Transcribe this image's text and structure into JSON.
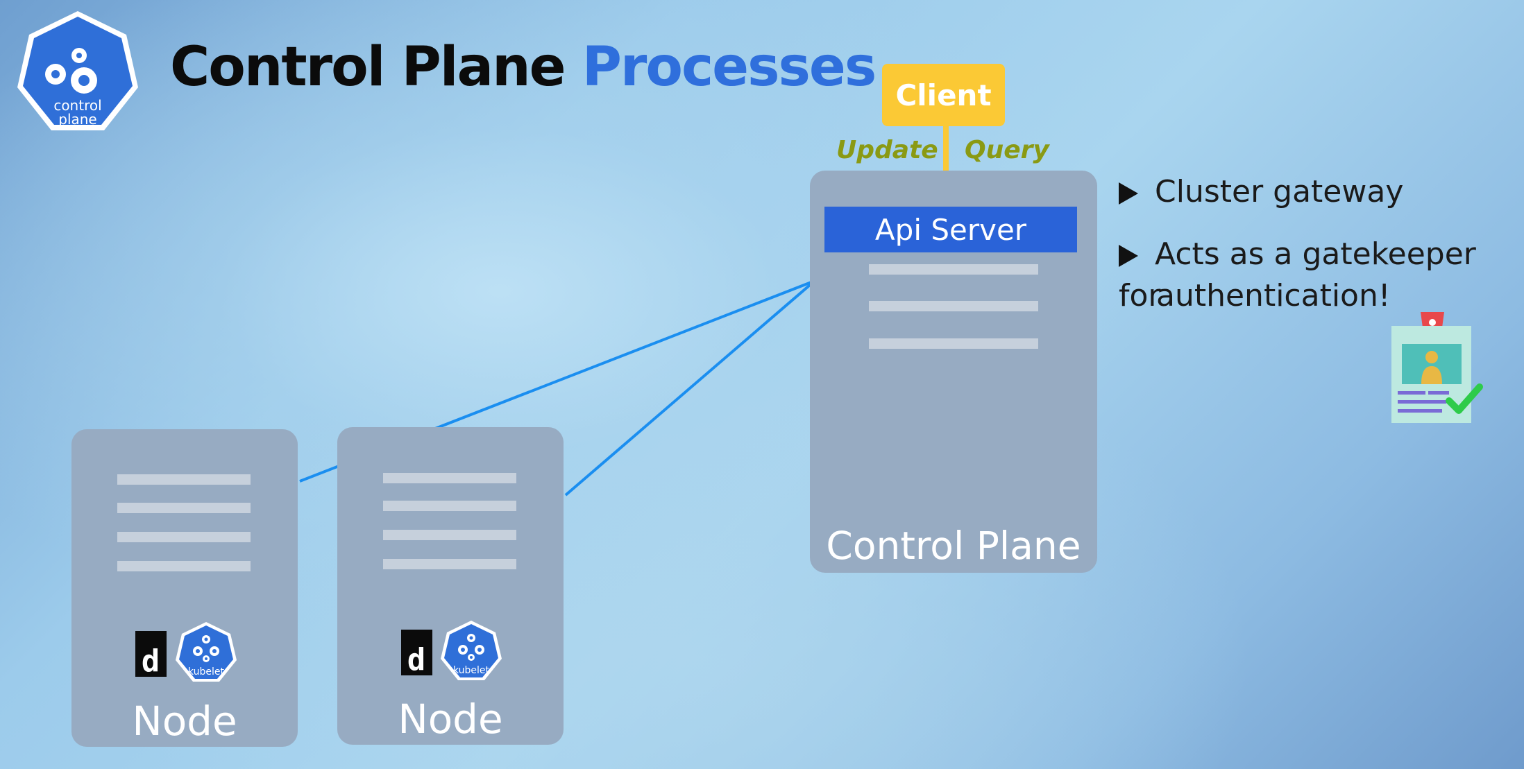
{
  "header": {
    "title_part1": "Control Plane",
    "title_part2": "Processes",
    "logo_label_line1": "control",
    "logo_label_line2": "plane"
  },
  "client": {
    "label": "Client",
    "update_label": "Update",
    "query_label": "Query"
  },
  "control_plane": {
    "api_server_label": "Api Server",
    "label": "Control Plane"
  },
  "bullets": [
    {
      "text": "Cluster gateway"
    },
    {
      "line1": "Acts as a gatekeeper for",
      "line2": "authentication!"
    }
  ],
  "nodes": [
    {
      "label": "Node",
      "kubelet_label": "kubelet",
      "docker_glyph": "d"
    },
    {
      "label": "Node",
      "kubelet_label": "kubelet",
      "docker_glyph": "d"
    }
  ],
  "colors": {
    "accent_blue": "#2f6fdc",
    "api_server_blue": "#2a63d8",
    "client_yellow": "#fbc935",
    "label_olive": "#8a9a13",
    "panel_gray": "#97abc2",
    "connector_blue": "#1a8ef0"
  },
  "icons": [
    "control-plane-logo-icon",
    "kubelet-icon",
    "docker-icon",
    "id-badge-icon",
    "triangle-bullet-icon"
  ]
}
